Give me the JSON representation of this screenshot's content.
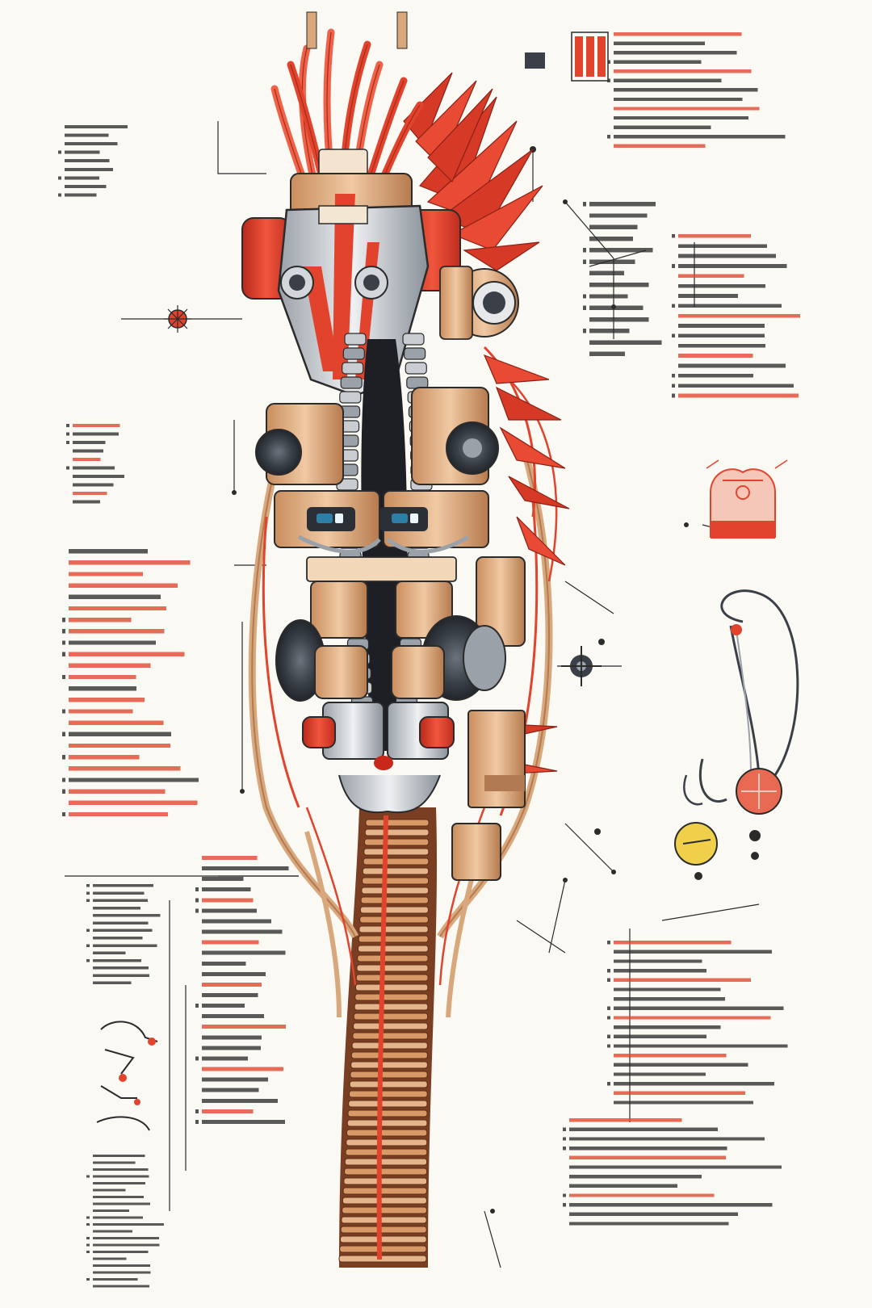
{
  "colors": {
    "paper": "#fbf9f4",
    "ink": "#2b2b2b",
    "red": "#e2432d",
    "tan": "#d9a77c",
    "tan_dark": "#b27a52",
    "grey": "#c9ccd0",
    "dark_metal": "#3b4048",
    "lens": "#2e7fa6",
    "yellow": "#f0d04a"
  },
  "text_blocks": [
    {
      "id": "top-right-spec",
      "color": "ink",
      "accent": "red"
    },
    {
      "id": "top-left-note",
      "color": "ink",
      "accent": "ink"
    },
    {
      "id": "right-upper-notes",
      "color": "ink",
      "accent": "red"
    },
    {
      "id": "right-mid-notes",
      "color": "ink",
      "accent": "ink"
    },
    {
      "id": "left-mid-notes",
      "color": "ink",
      "accent": "red"
    },
    {
      "id": "left-lower-notes",
      "color": "red",
      "accent": "ink"
    },
    {
      "id": "left-bottom-table",
      "color": "ink",
      "accent": "ink"
    },
    {
      "id": "center-left-notes",
      "color": "ink",
      "accent": "red"
    },
    {
      "id": "right-lower-table",
      "color": "ink",
      "accent": "red"
    },
    {
      "id": "right-bottom-notes",
      "color": "ink",
      "accent": "red"
    },
    {
      "id": "bottom-table-left",
      "color": "ink",
      "accent": "ink"
    }
  ],
  "icons": [
    "creature-head-icon",
    "gear-wheel-icon",
    "cable-loop-icon",
    "lens-eye-icon",
    "compass-star-icon"
  ]
}
